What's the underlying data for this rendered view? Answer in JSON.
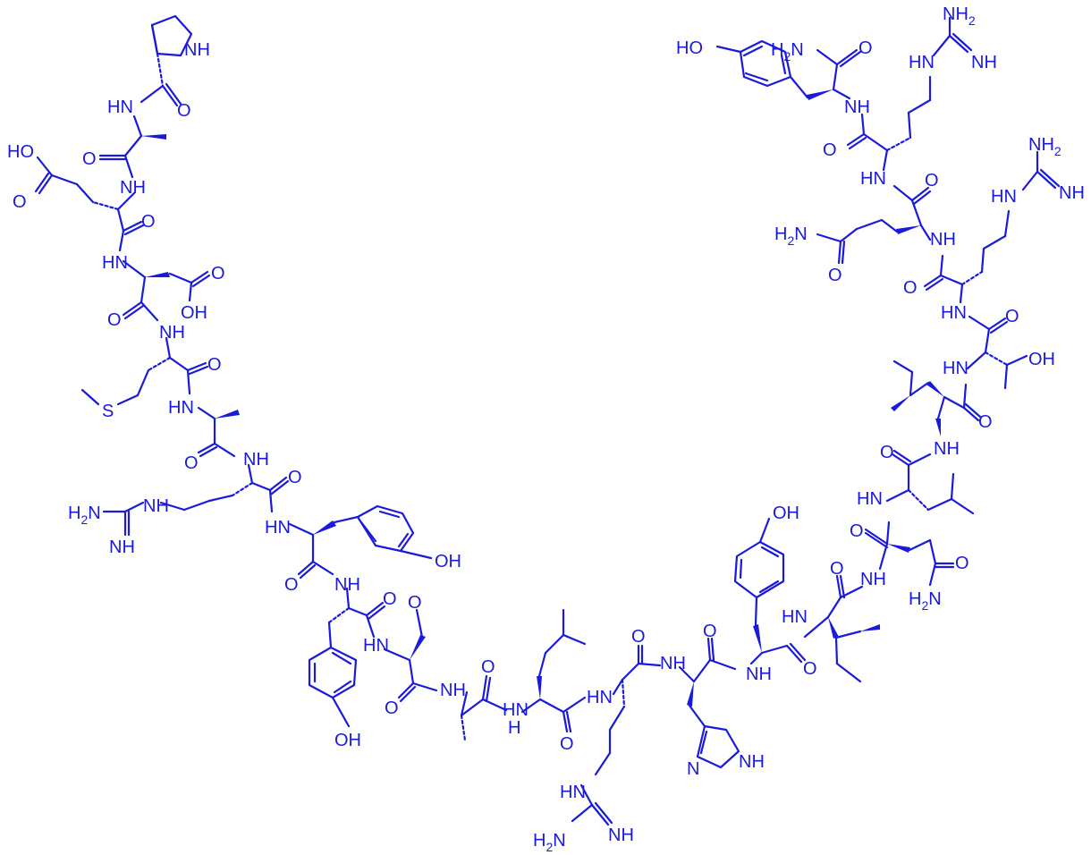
{
  "figure": {
    "background": "#ffffff",
    "ink_color": "#1a1adb",
    "type": "peptide skeletal structure"
  },
  "labels": {
    "pro_nh": "NH",
    "ala1_hn": "HN",
    "ala1_o": "O",
    "glu_o1": "O",
    "glu_nh": "NH",
    "glu_ho": "HO",
    "glu_o2": "O",
    "glu_o3": "O",
    "asp_hn": "HN",
    "asp_o": "O",
    "asp_oh": "OH",
    "met_o": "O",
    "met_nh": "NH",
    "met_s": "S",
    "met_o2": "O",
    "ala2_hn": "HN",
    "ala2_o": "O",
    "arg1_nh": "NH",
    "arg1_o": "O",
    "arg1_h2n": "H2N",
    "arg1_nh2": "NH",
    "arg1_nh3": "NH",
    "tyr1_hn": "HN",
    "tyr1_oh": "OH",
    "tyr1_o": "O",
    "tyr2_nh": "NH",
    "tyr2_o": "O",
    "tyr2_oh": "OH",
    "ser_hn": "HN",
    "ser_o": "O",
    "ser_oh": "O",
    "ala3_nh": "NH",
    "ala3_o": "O",
    "leu1_hn": "HN",
    "leu1_o": "O",
    "arg2_o": "O",
    "arg2_hn": "HN",
    "arg2_h2n": "H2N",
    "arg2_nh": "NH",
    "his_nh": "NH",
    "his_o": "O",
    "his_n": "N",
    "his_nh2": "NH",
    "tyr3_nh": "NH",
    "tyr3_o": "O",
    "tyr3_oh": "OH",
    "ile1_hn": "HN",
    "ile1_o": "O",
    "asn_nh": "NH",
    "asn_o": "O",
    "asn_o2": "O",
    "asn_h2n": "H2N",
    "leu2_hn": "HN",
    "leu2_o": "O",
    "ile2_nh": "NH",
    "ile2_o": "O",
    "thr_hn": "HN",
    "thr_o": "O",
    "thr_oh": "OH",
    "arg3_hn": "HN",
    "arg3_o": "O",
    "arg3_nh": "NH",
    "arg3_nh2": "NH2",
    "arg3_hn2": "HN",
    "arg3_nh3": "NH",
    "gln_nh": "NH",
    "gln_o": "O",
    "gln_h2n": "H2N",
    "gln_o2": "O",
    "arg4_hn": "HN",
    "arg4_o": "O",
    "arg4_nh2": "NH2",
    "arg4_hn2": "HN",
    "arg4_nh3": "NH",
    "tyr4_nh": "NH",
    "tyr4_h2n": "H2N",
    "tyr4_o": "O",
    "tyr4_ho": "HO"
  }
}
